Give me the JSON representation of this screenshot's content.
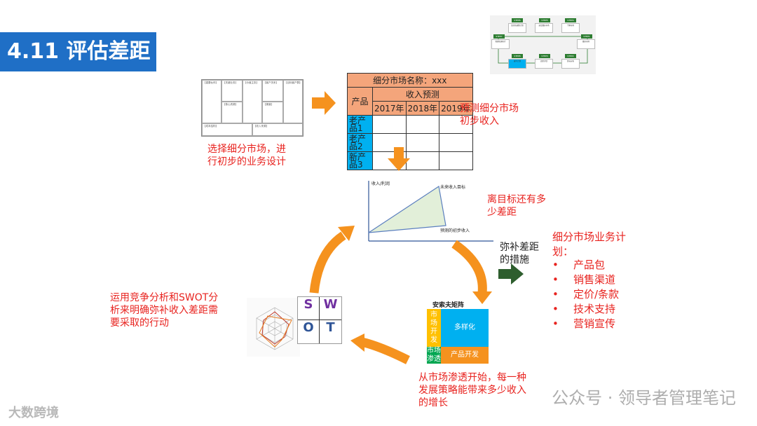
{
  "title": "4.11 评估差距",
  "canvas_cells": [
    "【重要伙伴】",
    "【关键业务】",
    "【价值主张】",
    "【客户关系】",
    "【目标客户群】",
    "【核心资源】",
    "【渠道】",
    "【成本结构】",
    "【收入来源】"
  ],
  "canvas_caption": [
    "选择细分市场，进",
    "行初步的业务设计"
  ],
  "forecast_table": {
    "header": "细分市场名称：xxx",
    "product_label": "产品",
    "forecast_label": "收入预测",
    "years": [
      "2017年",
      "2018年",
      "2019年"
    ],
    "rows": [
      "老产品1",
      "老产品2",
      "新产品3"
    ]
  },
  "forecast_caption": [
    "预测细分市场",
    "初步收入"
  ],
  "steps_thumb": {
    "tags": [
      "STEP6",
      "STEP5",
      "STEP4",
      "STEP7",
      "STEP1",
      "STEP8",
      "STEP3",
      "STEP2"
    ],
    "labels": [
      "管理实施执行",
      "监控和调整计划",
      "选定细分市场",
      "了解市场",
      "细分市场",
      "目标分析",
      "差距评估",
      "编写计划"
    ]
  },
  "chart": {
    "ylabel": "收入/利润",
    "target_label": "未来收入目标",
    "forecast_label": "预测的初步收入"
  },
  "gap_caption": [
    "离目标还有多",
    "少差距"
  ],
  "measures_label": [
    "弥补差距",
    "的措施"
  ],
  "plan": {
    "title": [
      "细分市场业务计",
      "划："
    ],
    "items": [
      "产品包",
      "销售渠道",
      "定价/条款",
      "技术支持",
      "营销宣传"
    ]
  },
  "swot": {
    "s": "S",
    "w": "W",
    "o": "O",
    "t": "T"
  },
  "radar_caption": [
    "运用竞争分析和SWOT分",
    "析来明确弥补收入差距需",
    "要采取的行动"
  ],
  "ansoff": {
    "title": "安索夫矩阵",
    "develop": [
      "市",
      "场",
      "开",
      "发"
    ],
    "diversify": "多样化",
    "penetrate": [
      "市场",
      "渗透"
    ],
    "product_dev": "产品开发"
  },
  "ansoff_caption": [
    "从市场渗透开始，每一种",
    "发展策略能带来多少收入",
    "的增长"
  ],
  "watermark": "公众号 · 领导者管理笔记",
  "logo": "大数跨境",
  "colors": {
    "title_bg": "#1f6fc6",
    "caption_red": "#e8231f",
    "orange_arrow": "#f5921e",
    "green_arrow": "#2e5e2e",
    "table_orange": "#f4a57b",
    "table_blue": "#00b0f0"
  }
}
